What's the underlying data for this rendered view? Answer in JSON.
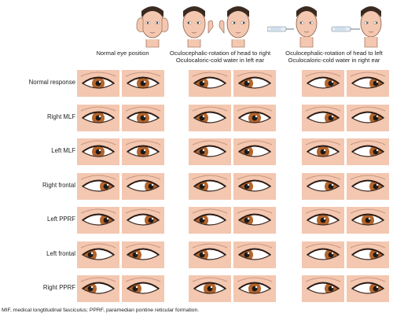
{
  "columns": [
    {
      "line1": "Normal eye position",
      "line2": ""
    },
    {
      "line1": "Oculocephalic-rotation of head to right",
      "line2": "Oculocaloric-cold water in left ear"
    },
    {
      "line1": "Oculocephalic-rotation of head to left",
      "line2": "Oculocaloric-cold water in right ear"
    }
  ],
  "rows": [
    {
      "label": "Normal response",
      "gaze": [
        [
          0,
          0
        ],
        [
          -1,
          -1
        ],
        [
          1,
          1
        ]
      ]
    },
    {
      "label": "Right MLF",
      "gaze": [
        [
          0,
          0
        ],
        [
          -1,
          0
        ],
        [
          1,
          1
        ]
      ]
    },
    {
      "label": "Left MLF",
      "gaze": [
        [
          0,
          0
        ],
        [
          -1,
          -1
        ],
        [
          0,
          1
        ]
      ]
    },
    {
      "label": "Right frontal",
      "gaze": [
        [
          1,
          1
        ],
        [
          -1,
          -1
        ],
        [
          1,
          1
        ]
      ]
    },
    {
      "label": "Left PPRF",
      "gaze": [
        [
          1,
          1
        ],
        [
          -1,
          -1
        ],
        [
          0,
          0
        ]
      ]
    },
    {
      "label": "Left frontal",
      "gaze": [
        [
          -1,
          -1
        ],
        [
          -1,
          -1
        ],
        [
          1,
          1
        ]
      ]
    },
    {
      "label": "Right PPRF",
      "gaze": [
        [
          -1,
          -1
        ],
        [
          0,
          0
        ],
        [
          1,
          1
        ]
      ]
    }
  ],
  "footnote": "MIF, medical longtitudinal fasciculus; PPRF, paramedian pontine reticular formation.",
  "colors": {
    "iris": "#b5642a",
    "skin": "#f3c7b0",
    "sclera": "#ffffff"
  }
}
